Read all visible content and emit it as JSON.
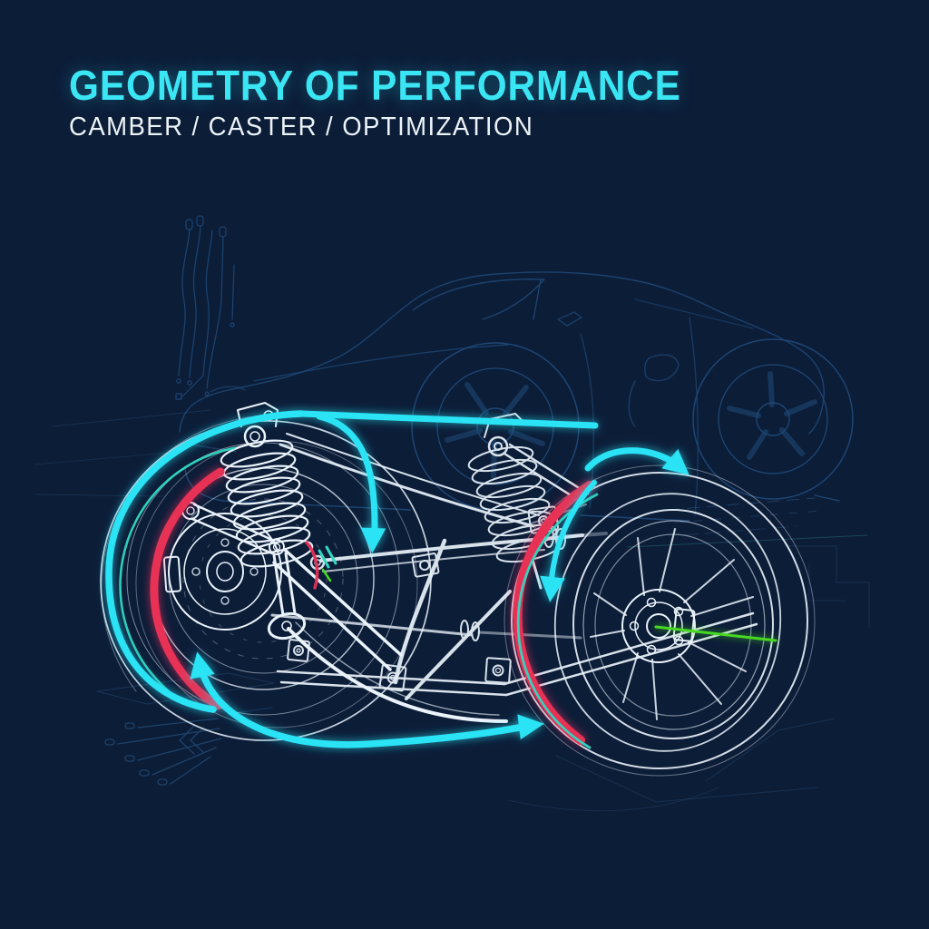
{
  "header": {
    "title": "GEOMETRY OF PERFORMANCE",
    "subtitle": "CAMBER / CASTER / OPTIMIZATION"
  },
  "colors": {
    "bg-base": "#0c1d38",
    "bg-glow": "#1d4170",
    "bg-edge": "#081226",
    "title-cyan": "#3AE6F4",
    "subtitle-white": "#ECF3F8",
    "accent-cyan": "#2BE3F5",
    "accent-teal": "#2FD9C2",
    "accent-red": "#E73056",
    "accent-green": "#46D823",
    "line-white": "#EAF3FB",
    "silhouette-blue": "#2F6FAE",
    "dot-blue": "#5BBEEF"
  },
  "diagram": {
    "annotations": [
      "left-wheel-rotation-arc",
      "camber-reference-line",
      "caster-drop-arrow",
      "toe-sweep-arrow",
      "right-wheel-rotation-arrow",
      "right-wheel-camber-arrow",
      "left-tire-red-contact-arc",
      "right-tire-red-contact-arc",
      "axle-axis-line",
      "direction-chevron-icon"
    ]
  }
}
